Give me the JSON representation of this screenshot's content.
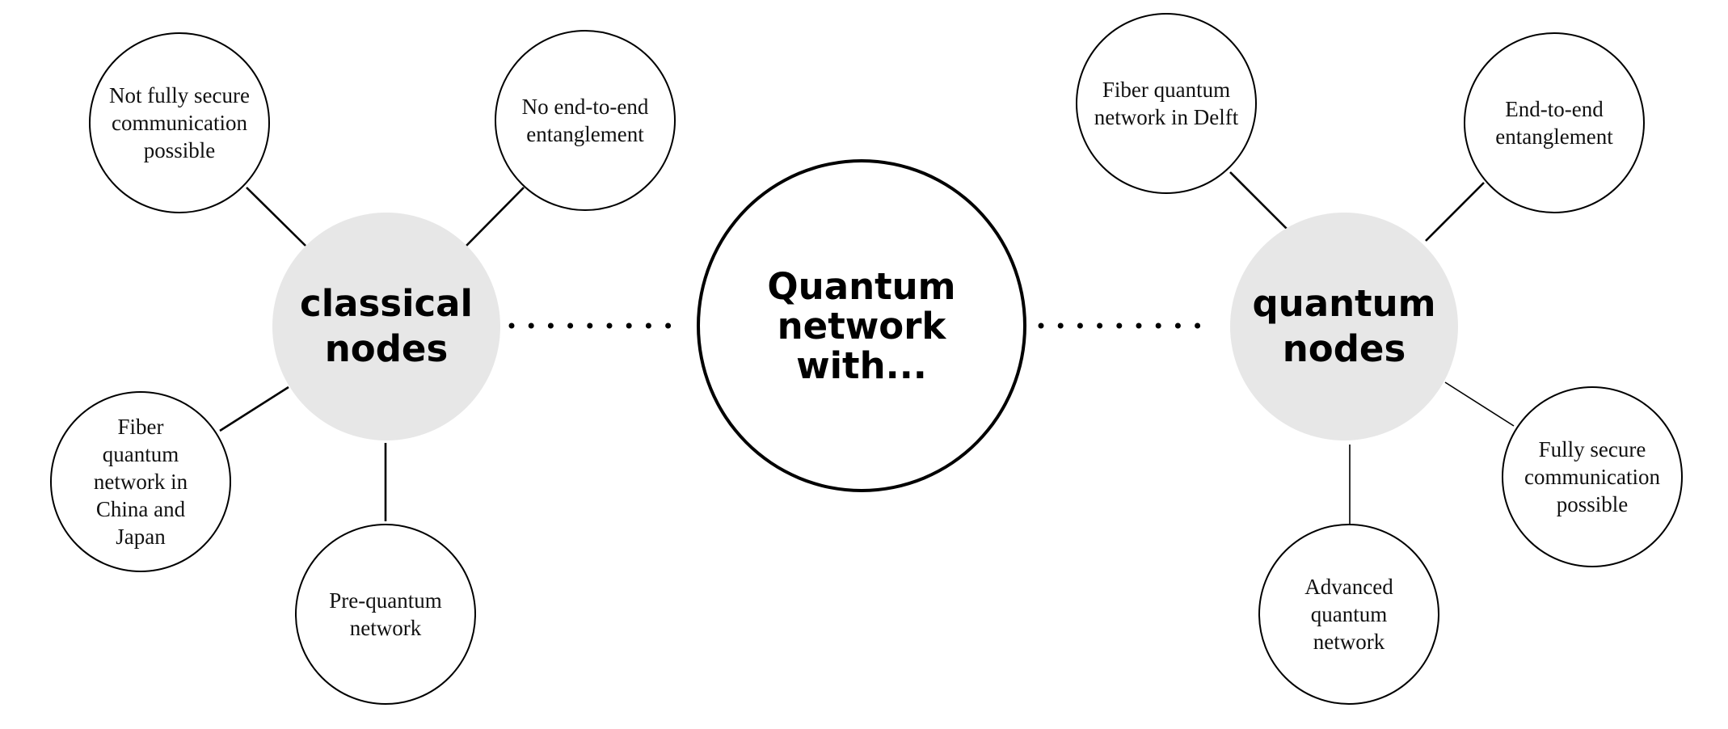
{
  "center": {
    "label": "Quantum\nnetwork\nwith..."
  },
  "classical": {
    "hub": {
      "label": "classical\nnodes"
    },
    "leaves": [
      {
        "label": "Not fully secure\ncommunication\npossible"
      },
      {
        "label": "No end-to-end\nentanglement"
      },
      {
        "label": "Fiber\nquantum\nnetwork in\nChina and\nJapan"
      },
      {
        "label": "Pre-quantum\nnetwork"
      }
    ]
  },
  "quantum": {
    "hub": {
      "label": "quantum\nnodes"
    },
    "leaves": [
      {
        "label": "Fiber quantum\nnetwork in Delft"
      },
      {
        "label": "End-to-end\nentanglement"
      },
      {
        "label": "Fully secure\ncommunication\npossible"
      },
      {
        "label": "Advanced\nquantum network"
      }
    ]
  }
}
